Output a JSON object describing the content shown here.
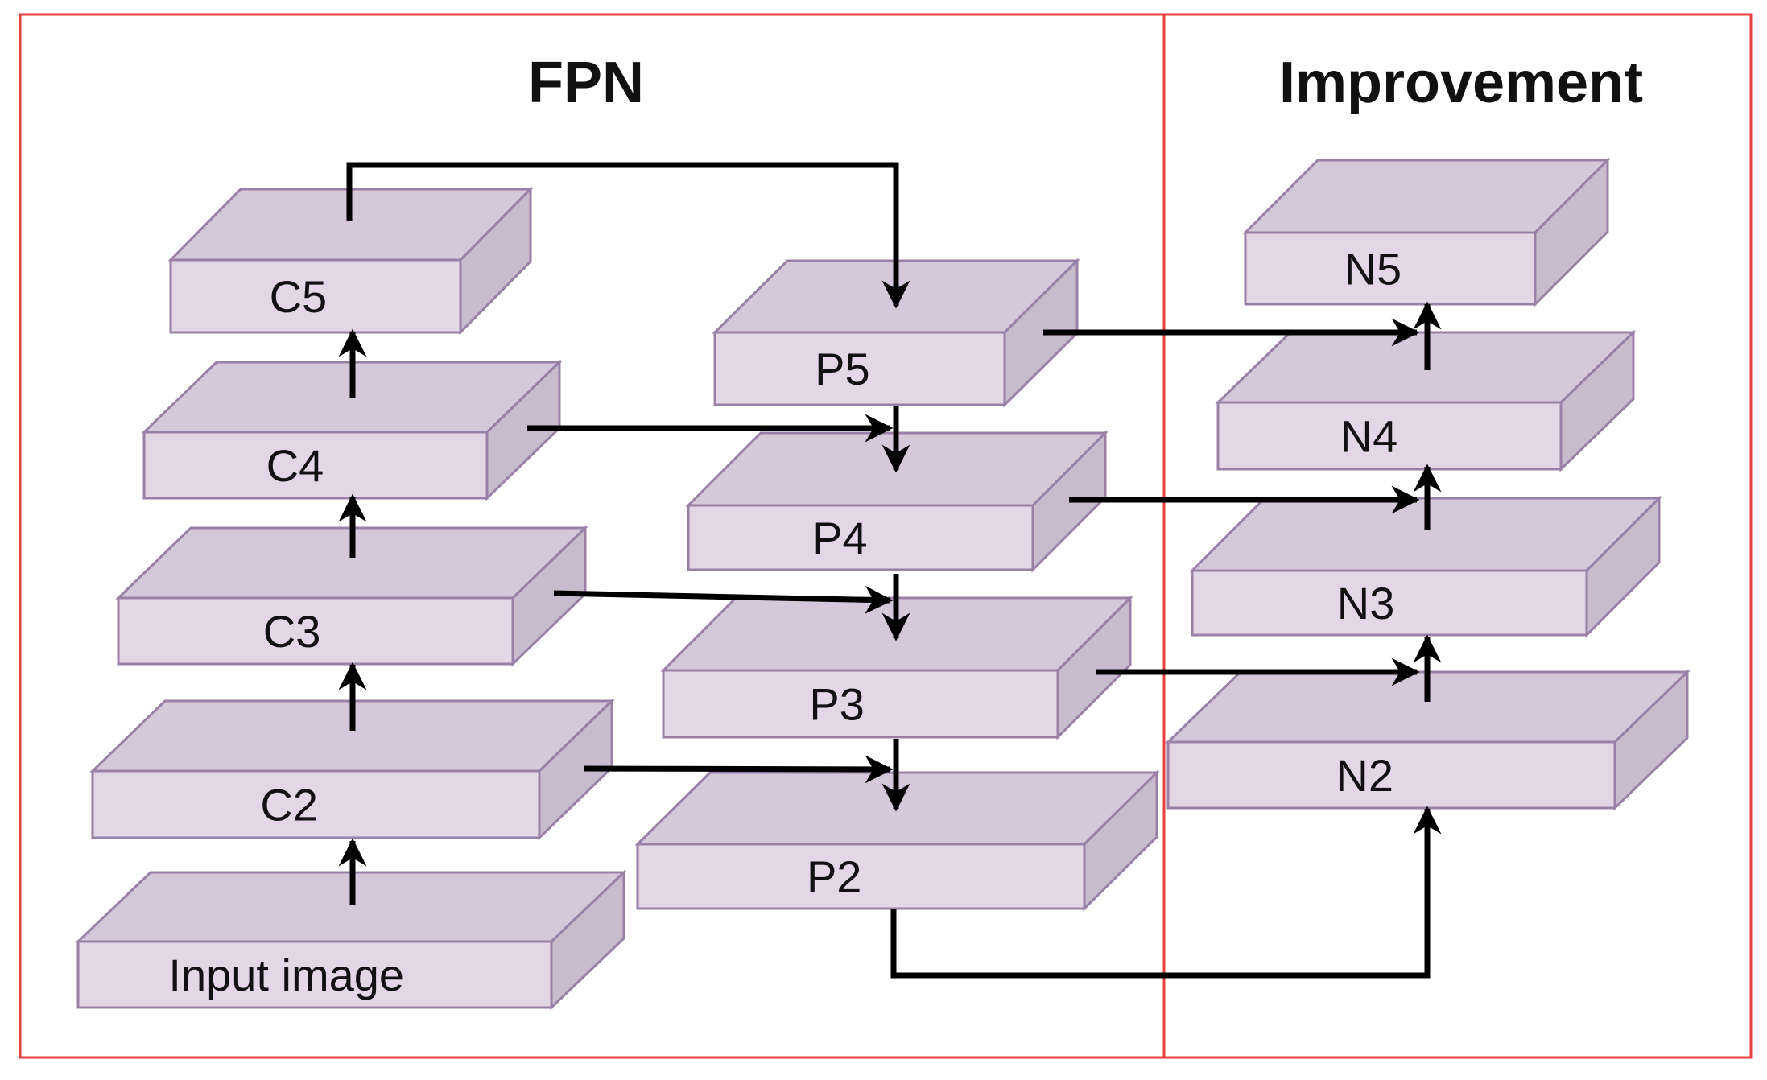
{
  "sections": {
    "fpn_title": "FPN",
    "improvement_title": "Improvement"
  },
  "blocks": {
    "input": "Input image",
    "c2": "C2",
    "c3": "C3",
    "c4": "C4",
    "c5": "C5",
    "p5": "P5",
    "p4": "P4",
    "p3": "P3",
    "p2": "P2",
    "n5": "N5",
    "n4": "N4",
    "n3": "N3",
    "n2": "N2"
  },
  "colors": {
    "frame": "#e8403f",
    "block_front": "#e2d6e7",
    "block_top": "#d5c8da",
    "block_side": "#c8bbcd",
    "block_edge": "#9a80a6",
    "arrow": "#000000"
  }
}
